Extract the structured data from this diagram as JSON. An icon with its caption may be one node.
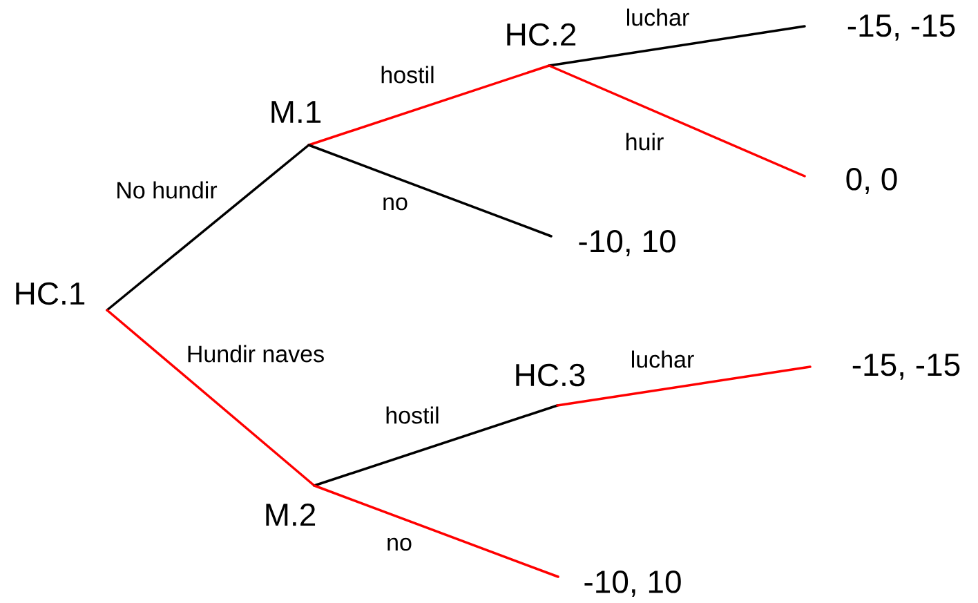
{
  "diagram": {
    "nodes": [
      {
        "text": [
          "HC.1"
        ]
      },
      {
        "text": [
          "M.1"
        ]
      },
      {
        "text": [
          "HC.2"
        ]
      },
      {
        "text": [
          "M.2"
        ]
      },
      {
        "text": [
          "HC.3"
        ]
      },
      {
        "text": [
          "-15, -15"
        ]
      },
      {
        "text": [
          "0, 0"
        ]
      },
      {
        "text": [
          "-10, 10"
        ]
      },
      {
        "text": [
          "-15, -15"
        ]
      },
      {
        "text": [
          "-10, 10"
        ]
      }
    ],
    "edges": [
      {
        "from": 0,
        "to": 1,
        "arrow": "none",
        "label": "No hundir",
        "color": "#000000"
      },
      {
        "from": 0,
        "to": 3,
        "arrow": "none",
        "label": "Hundir naves",
        "color": "#ff0000"
      },
      {
        "from": 1,
        "to": 2,
        "arrow": "none",
        "label": "hostil",
        "color": "#ff0000"
      },
      {
        "from": 1,
        "to": 7,
        "arrow": "none",
        "label": "no",
        "color": "#000000"
      },
      {
        "from": 2,
        "to": 5,
        "arrow": "none",
        "label": "luchar",
        "color": "#000000"
      },
      {
        "from": 2,
        "to": 6,
        "arrow": "none",
        "label": "huir",
        "color": "#ff0000"
      },
      {
        "from": 3,
        "to": 4,
        "arrow": "none",
        "label": "hostil",
        "color": "#000000"
      },
      {
        "from": 3,
        "to": 9,
        "arrow": "none",
        "label": "no",
        "color": "#ff0000"
      },
      {
        "from": 4,
        "to": 8,
        "arrow": "none",
        "label": "luchar",
        "color": "#ff0000"
      }
    ]
  }
}
